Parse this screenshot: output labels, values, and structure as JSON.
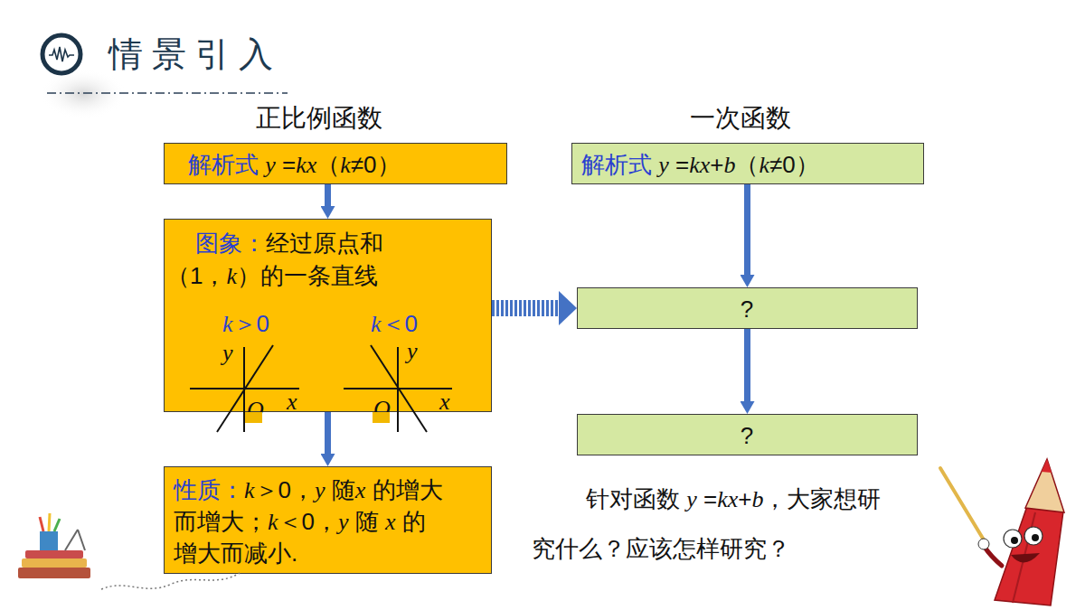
{
  "diagram": {
    "title": "情景引入",
    "nodes": [
      {
        "text": [
          "解析式 y =kx（k≠0）"
        ]
      },
      {
        "text": [
          "图象：经过原点和 （1，k）的一条直线",
          "k＞0",
          "k＜0",
          "y",
          "O",
          "x",
          "y",
          "O",
          "x"
        ]
      },
      {
        "text": [
          "性质：k＞0，y 随x 的增大 而增大；k＜0，y 随 x 的 增大而减小."
        ]
      },
      {
        "text": [
          "解析式 y =kx+b（k≠0）"
        ]
      },
      {
        "text": [
          "?"
        ]
      },
      {
        "text": [
          "?"
        ]
      }
    ],
    "edges": [
      {
        "from": 0,
        "to": 1,
        "arrow": "to"
      },
      {
        "from": 1,
        "to": 2,
        "arrow": "to"
      },
      {
        "from": 3,
        "to": 4,
        "arrow": "to"
      },
      {
        "from": 4,
        "to": 5,
        "arrow": "to"
      },
      {
        "from": 1,
        "to": 4,
        "arrow": "to"
      }
    ],
    "labels": [
      "正比例函数",
      "一次函数",
      "针对函数 y =kx+b，大家想研 究什么？应该怎样研究？"
    ]
  }
}
